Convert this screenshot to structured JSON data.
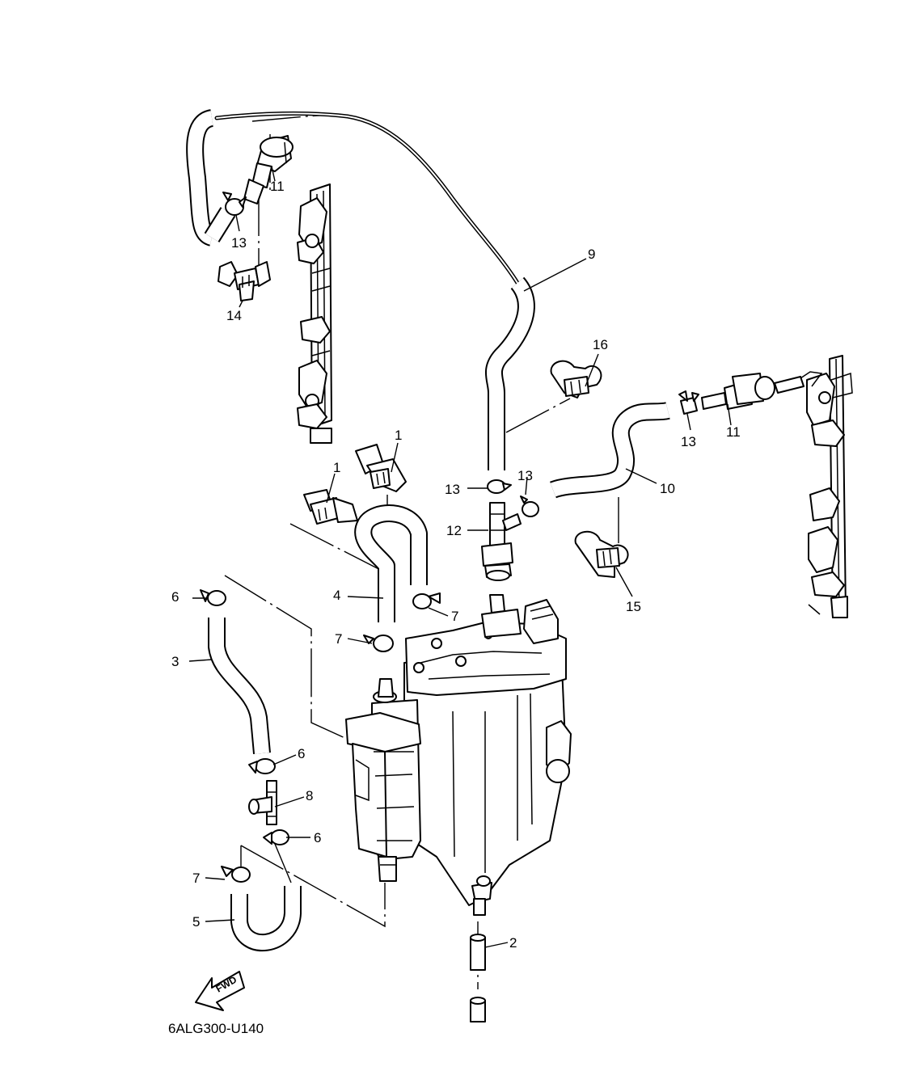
{
  "diagram": {
    "code": "6ALG300-U140",
    "direction_label": "FWD"
  },
  "callouts": {
    "c1a": "1",
    "c1b": "1",
    "c2": "2",
    "c3": "3",
    "c4": "4",
    "c5": "5",
    "c6a": "6",
    "c6b": "6",
    "c6c": "6",
    "c7a": "7",
    "c7b": "7",
    "c7c": "7",
    "c8": "8",
    "c9": "9",
    "c10": "10",
    "c11a": "11",
    "c11b": "11",
    "c12": "12",
    "c13a": "13",
    "c13b": "13",
    "c13c": "13",
    "c13d": "13",
    "c14": "14",
    "c15": "15",
    "c16": "16"
  }
}
